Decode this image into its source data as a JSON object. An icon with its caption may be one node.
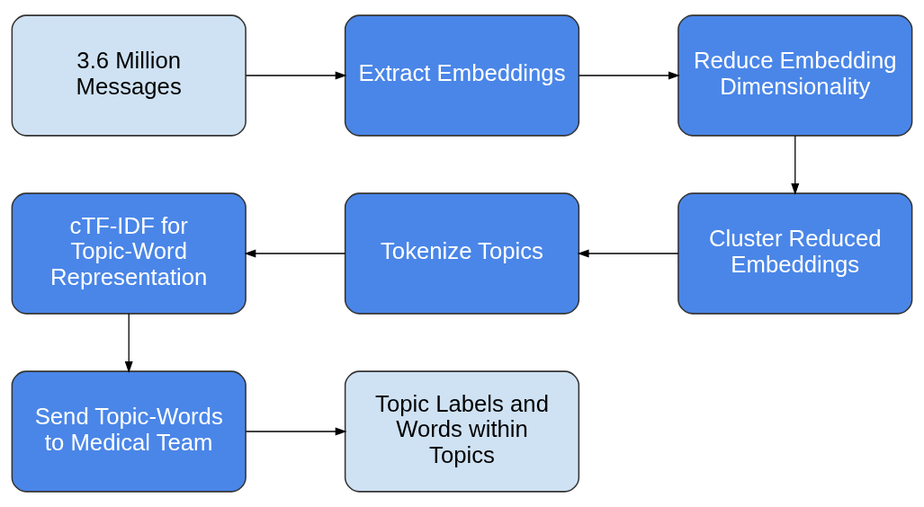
{
  "diagram": {
    "nodes": [
      {
        "text": [
          "3.6 Million Messages"
        ]
      },
      {
        "text": [
          "Extract Embeddings"
        ]
      },
      {
        "text": [
          "Reduce Embedding Dimensionality"
        ]
      },
      {
        "text": [
          "Cluster Reduced Embeddings"
        ]
      },
      {
        "text": [
          "Tokenize Topics"
        ]
      },
      {
        "text": [
          "cTF-IDF for Topic-Word Representation"
        ]
      },
      {
        "text": [
          "Send Topic-Words to Medical Team"
        ]
      },
      {
        "text": [
          "Topic Labels and Words within Topics"
        ]
      }
    ],
    "edges": [
      {
        "from": 0,
        "to": 1,
        "arrow": "to"
      },
      {
        "from": 1,
        "to": 2,
        "arrow": "to"
      },
      {
        "from": 2,
        "to": 3,
        "arrow": "to"
      },
      {
        "from": 3,
        "to": 4,
        "arrow": "to"
      },
      {
        "from": 4,
        "to": 5,
        "arrow": "to"
      },
      {
        "from": 5,
        "to": 6,
        "arrow": "to"
      },
      {
        "from": 6,
        "to": 7,
        "arrow": "to"
      }
    ]
  }
}
